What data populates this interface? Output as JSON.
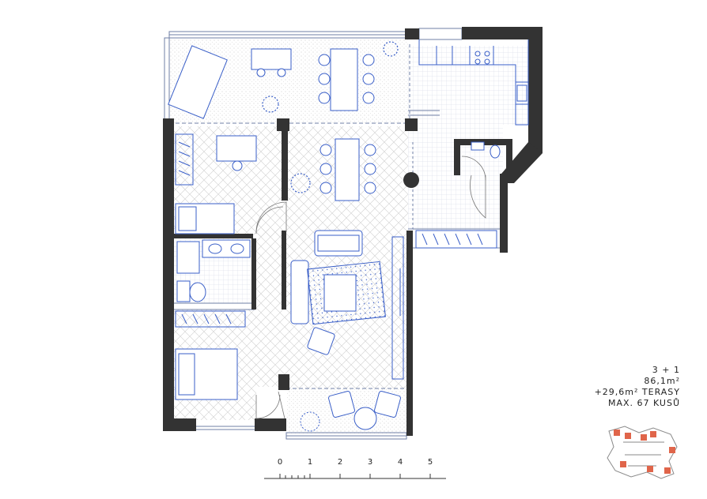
{
  "unit": {
    "layout": "3 + 1",
    "area": "86,1m²",
    "terrace": "+29,6m² TERASY",
    "count": "MAX. 67 KUSŮ"
  },
  "scale": {
    "labels": [
      "0",
      "1",
      "2",
      "3",
      "4",
      "5"
    ]
  },
  "colors": {
    "wall": "#333333",
    "furniture": "#3a5fc8",
    "thin_line": "#6f7fa6",
    "site_highlight": "#e0654a"
  }
}
